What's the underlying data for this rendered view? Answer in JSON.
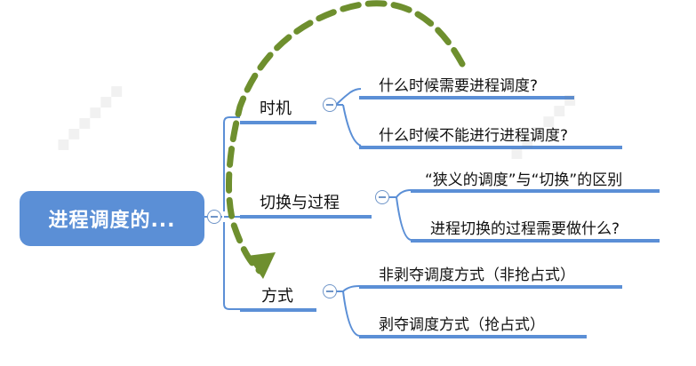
{
  "root": {
    "label": "进程调度的..."
  },
  "branches": [
    {
      "label": "时机",
      "children": [
        "什么时候需要进程调度?",
        "什么时候不能进行进程调度?"
      ]
    },
    {
      "label": "切换与过程",
      "children": [
        "“狭义的调度”与“切换”的区别",
        "进程切换的过程需要做什么?"
      ]
    },
    {
      "label": "方式",
      "children": [
        "非剥夺调度方式（非抢占式）",
        "剥夺调度方式（抢占式）"
      ]
    }
  ],
  "colors": {
    "line": "#5b8fd6",
    "root_fill": "#5b8fd6",
    "arrow": "#6e8f2e"
  }
}
